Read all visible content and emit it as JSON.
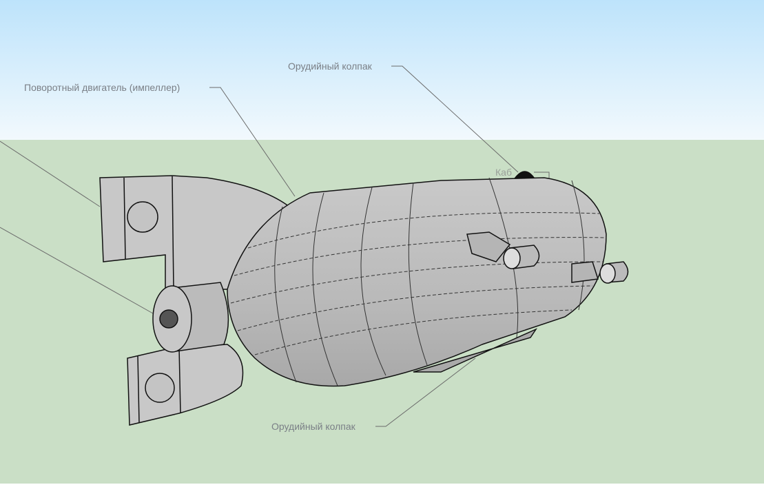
{
  "scene": {
    "colors": {
      "sky_top": "#bde3fb",
      "sky_bottom": "#f2f9fd",
      "ground": "#cadfc6",
      "model_face": "#c4c4c4",
      "edge": "#111111",
      "leader": "#6a6a6a",
      "label_text": "#7a7f86"
    }
  },
  "labels": {
    "impeller": "Поворотный двигатель (импеллер)",
    "gun_turret_top": "Орудийный колпак",
    "gun_turret_bottom": "Орудийный колпак",
    "cabin": "Каб"
  }
}
